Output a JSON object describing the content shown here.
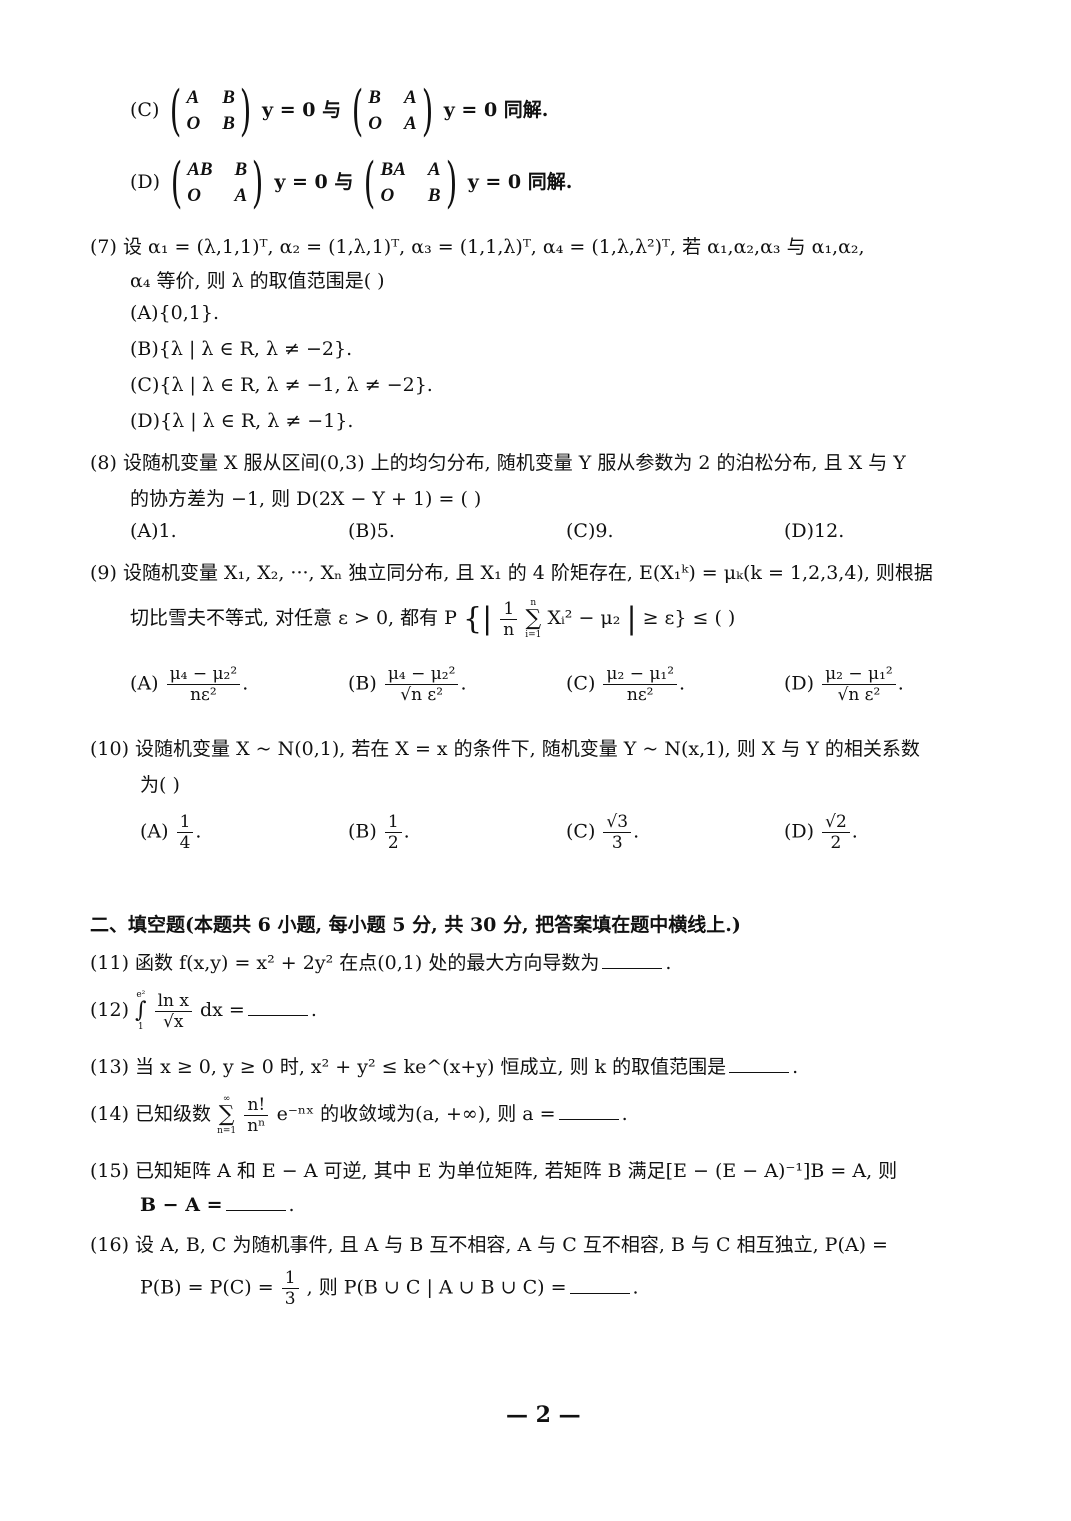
{
  "q6": {
    "optC_label": "(C)",
    "optC_m1": [
      "A",
      "B",
      "O",
      "B"
    ],
    "optC_m2": [
      "B",
      "A",
      "O",
      "A"
    ],
    "optC_text1": "y = 0 与",
    "optC_text2": "y = 0 同解.",
    "optD_label": "(D)",
    "optD_m1": [
      "AB",
      "B",
      "O",
      "A"
    ],
    "optD_m2": [
      "BA",
      "A",
      "O",
      "B"
    ],
    "optD_text1": "y = 0 与",
    "optD_text2": "y = 0 同解."
  },
  "q7": {
    "stem1": "(7) 设 α₁ = (λ,1,1)ᵀ, α₂ = (1,λ,1)ᵀ, α₃ = (1,1,λ)ᵀ, α₄ = (1,λ,λ²)ᵀ, 若 α₁,α₂,α₃ 与 α₁,α₂,",
    "stem2": "α₄ 等价, 则 λ 的取值范围是(        )",
    "options": [
      "(A){0,1}.",
      "(B){λ | λ ∈ R, λ ≠ −2}.",
      "(C){λ | λ ∈ R, λ ≠ −1, λ ≠ −2}.",
      "(D){λ | λ ∈ R, λ ≠ −1}."
    ]
  },
  "q8": {
    "stem1": "(8) 设随机变量 X 服从区间(0,3) 上的均匀分布, 随机变量 Y 服从参数为 2 的泊松分布, 且 X 与 Y",
    "stem2": "的协方差为 −1, 则 D(2X − Y + 1) = (        )",
    "options": [
      "(A)1.",
      "(B)5.",
      "(C)9.",
      "(D)12."
    ]
  },
  "q9": {
    "stem1": "(9) 设随机变量 X₁, X₂, ···, Xₙ 独立同分布, 且 X₁ 的 4 阶矩存在, E(X₁ᵏ) = μₖ(k = 1,2,3,4), 则根据",
    "stem2_pre": "切比雪夫不等式, 对任意 ε > 0, 都有 P",
    "stem2_frac_n": "1",
    "stem2_frac_d": "n",
    "stem2_sum_top": "n",
    "stem2_sum_bot": "i=1",
    "stem2_mid": "Xᵢ² − μ₂",
    "stem2_post": "≥ ε} ≤ (        )",
    "options": [
      {
        "label": "(A)",
        "num": "μ₄ − μ₂²",
        "den": "nε²"
      },
      {
        "label": "(B)",
        "num": "μ₄ − μ₂²",
        "den": "√n ε²"
      },
      {
        "label": "(C)",
        "num": "μ₂ − μ₁²",
        "den": "nε²"
      },
      {
        "label": "(D)",
        "num": "μ₂ − μ₁²",
        "den": "√n ε²"
      }
    ]
  },
  "q10": {
    "stem1": "(10) 设随机变量 X ~ N(0,1), 若在 X = x 的条件下, 随机变量 Y ~ N(x,1), 则 X 与 Y 的相关系数",
    "stem2": "为(        )",
    "options": [
      {
        "label": "(A)",
        "num": "1",
        "den": "4"
      },
      {
        "label": "(B)",
        "num": "1",
        "den": "2"
      },
      {
        "label": "(C)",
        "num": "√3",
        "den": "3"
      },
      {
        "label": "(D)",
        "num": "√2",
        "den": "2"
      }
    ]
  },
  "section2": {
    "heading": "二、填空题(本题共 6 小题, 每小题 5 分, 共 30 分, 把答案填在题中横线上.)"
  },
  "q11": {
    "text": "(11) 函数 f(x,y) = x² + 2y² 在点(0,1) 处的最大方向导数为"
  },
  "q12": {
    "label": "(12)",
    "int_top": "e²",
    "int_bot": "1",
    "num": "ln x",
    "den": "√x",
    "tail": "dx ="
  },
  "q13": {
    "text": "(13) 当 x ≥ 0, y ≥ 0 时, x² + y² ≤ ke^(x+y) 恒成立, 则 k 的取值范围是"
  },
  "q14": {
    "label": "(14) 已知级数",
    "sum_top": "∞",
    "sum_bot": "n=1",
    "num": "n!",
    "den": "nⁿ",
    "tail": "e⁻ⁿˣ 的收敛域为(a, +∞), 则 a ="
  },
  "q15": {
    "stem1": "(15) 已知矩阵 A 和 E − A 可逆, 其中 E 为单位矩阵, 若矩阵 B 满足[E − (E − A)⁻¹]B = A, 则",
    "stem2": "B − A ="
  },
  "q16": {
    "stem1": "(16) 设 A, B, C 为随机事件, 且 A 与 B 互不相容, A 与 C 互不相容, B 与 C 相互独立, P(A) =",
    "stem2_pre": "P(B) = P(C) =",
    "frac_n": "1",
    "frac_d": "3",
    "stem2_post": ", 则 P(B ∪ C | A ∪ B ∪ C) ="
  },
  "footer": {
    "page_number": "— 2 —"
  }
}
